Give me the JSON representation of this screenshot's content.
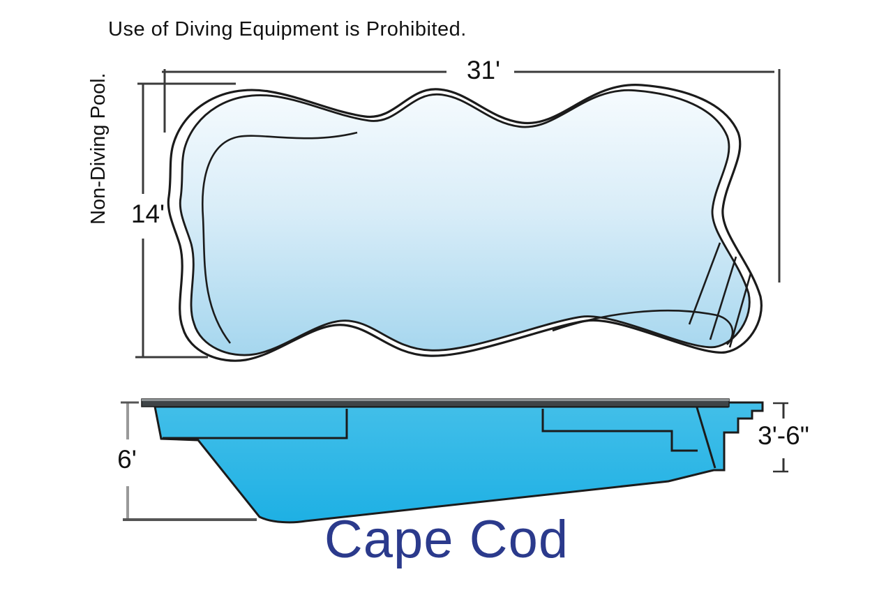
{
  "title": "Cape Cod",
  "warning_text": "Use of Diving Equipment is Prohibited.",
  "pool_type_label": "Non-Diving Pool.",
  "dimensions": {
    "length": "31'",
    "width": "14'",
    "deep_end_depth": "6'",
    "shallow_end_depth": "3'-6\""
  },
  "colors": {
    "title_text": "#2b3a8c",
    "label_text": "#111111",
    "outline": "#1b1b1b",
    "dimension_line_dark": "#3a3a3a",
    "dimension_line_gray": "#999999",
    "side_view_water": "#29b5e6",
    "top_view_water_top": "#f4fafd",
    "top_view_water_bottom": "#a5d6ee",
    "coping_rim": "#3f4447"
  }
}
